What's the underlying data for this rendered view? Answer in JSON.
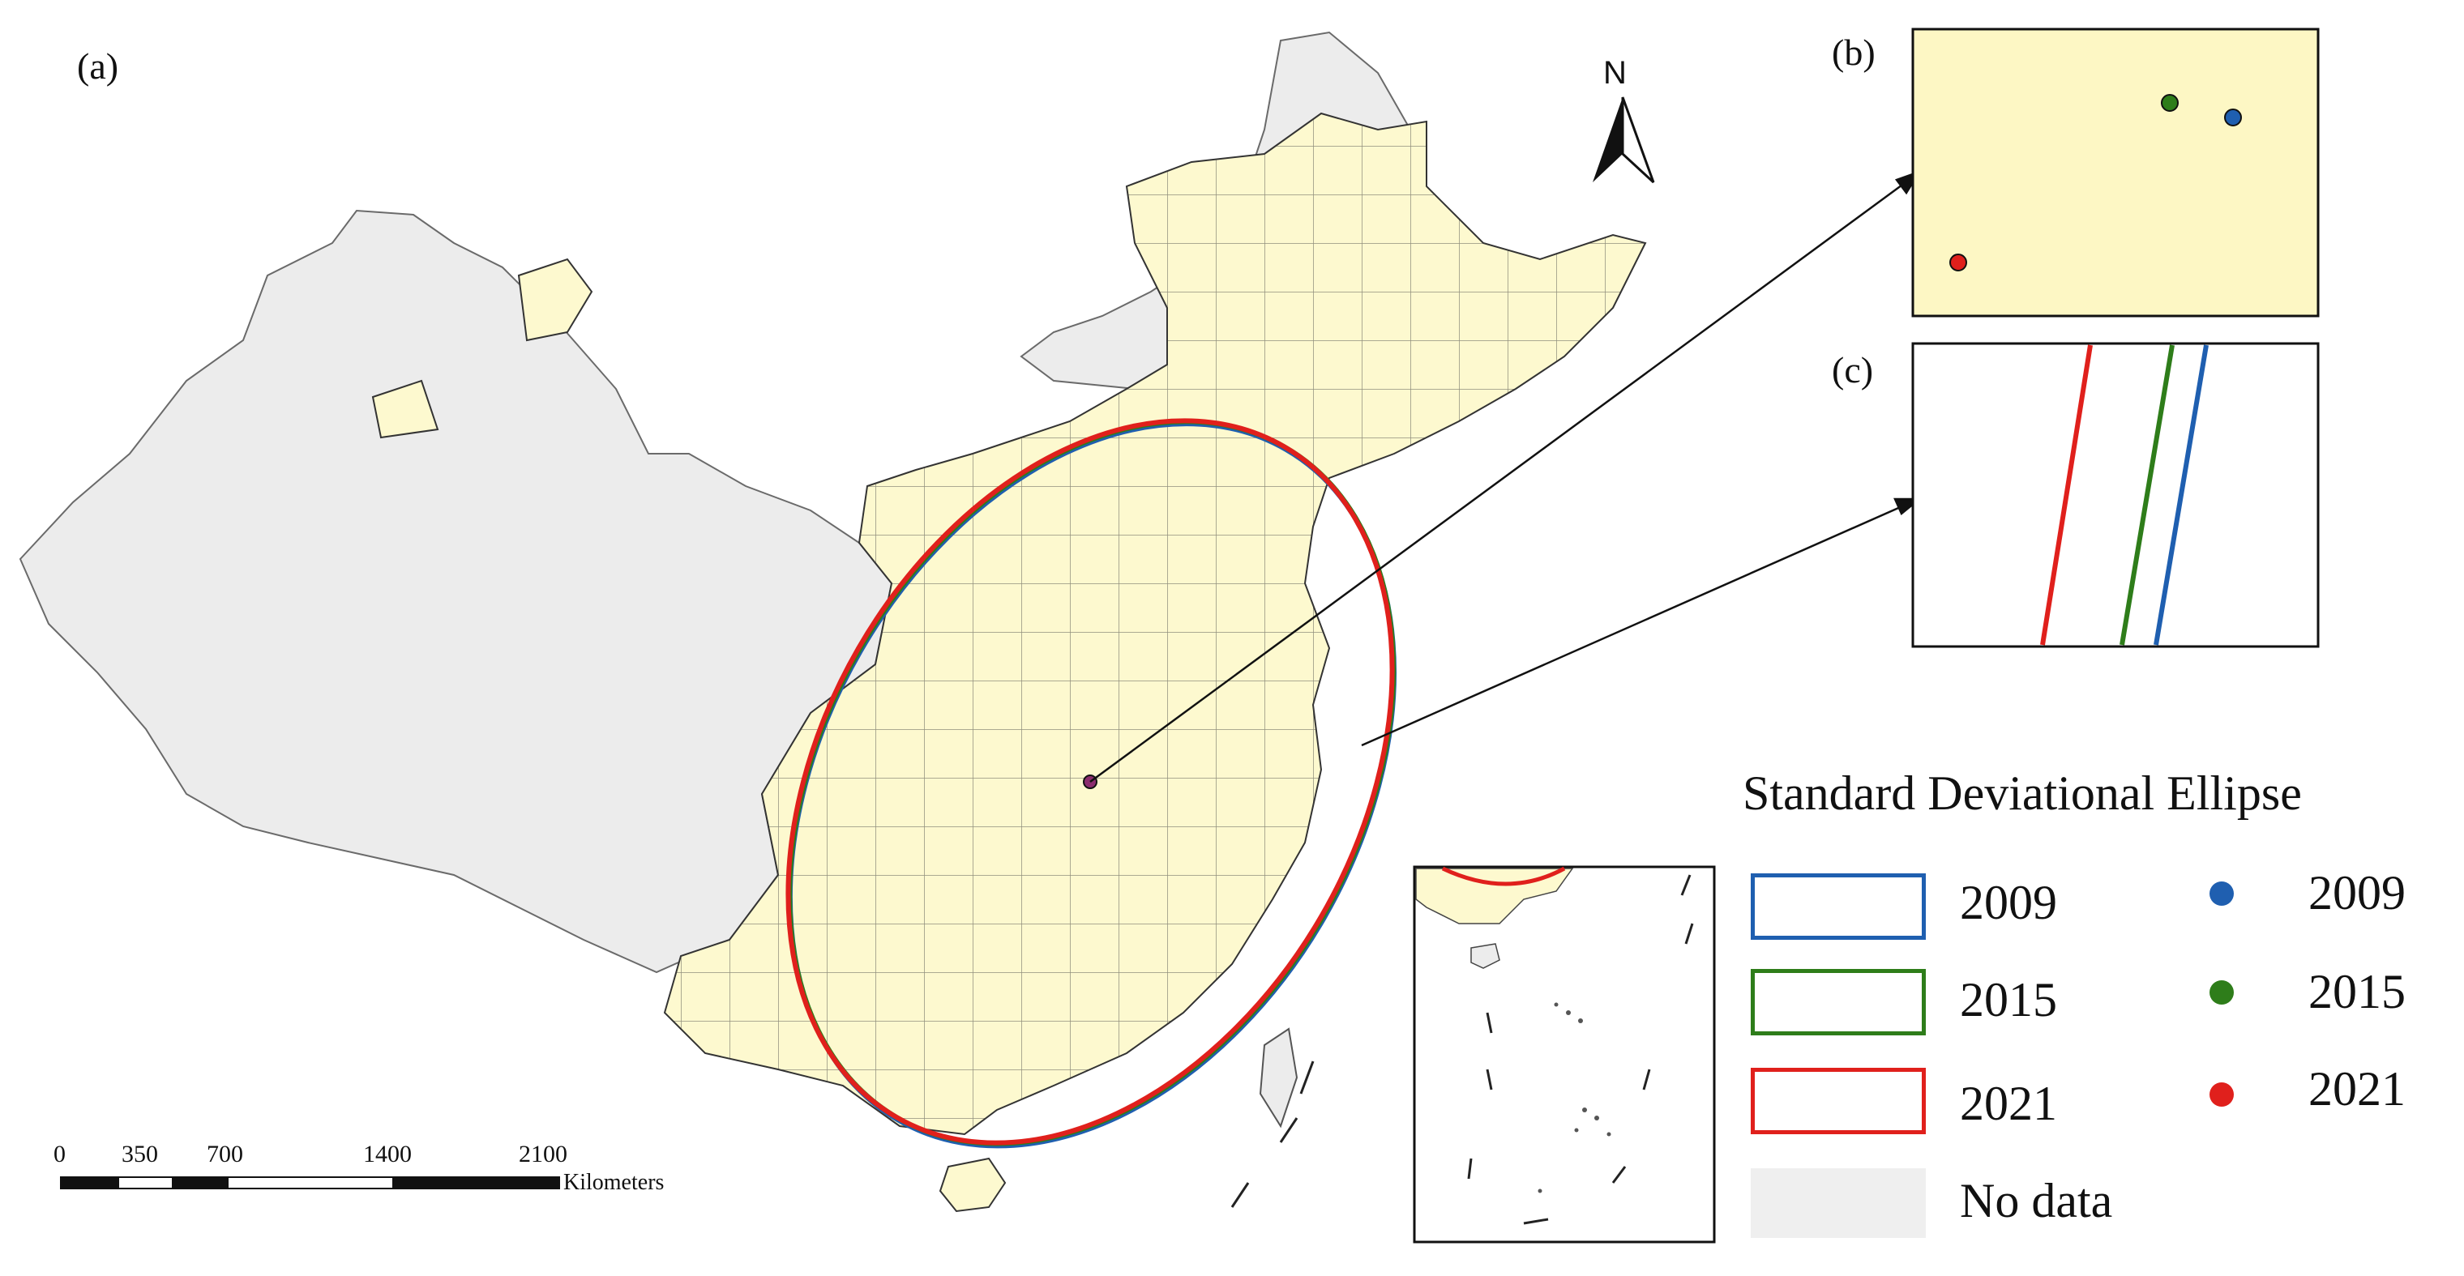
{
  "panels": {
    "a": "(a)",
    "b": "(b)",
    "c": "(c)"
  },
  "north_arrow": {
    "label": "N"
  },
  "scale_bar": {
    "ticks": [
      "0",
      "350",
      "700",
      "1400",
      "2100"
    ],
    "unit": "Kilometers"
  },
  "legend": {
    "title": "Standard Deviational Ellipse",
    "ellipses": [
      {
        "year": "2009",
        "color": "#1f5fb0"
      },
      {
        "year": "2015",
        "color": "#2e7d1a"
      },
      {
        "year": "2021",
        "color": "#e0201c"
      }
    ],
    "centers": [
      {
        "year": "2009",
        "color": "#1f5fb0"
      },
      {
        "year": "2015",
        "color": "#2e7d1a"
      },
      {
        "year": "2021",
        "color": "#e0201c"
      }
    ],
    "no_data_label": "No data",
    "no_data_color": "#efefef"
  },
  "colors": {
    "region_fill": "#fdf9cf",
    "no_data_fill": "#ececec",
    "panel_b_fill": "#fdf7c4"
  }
}
